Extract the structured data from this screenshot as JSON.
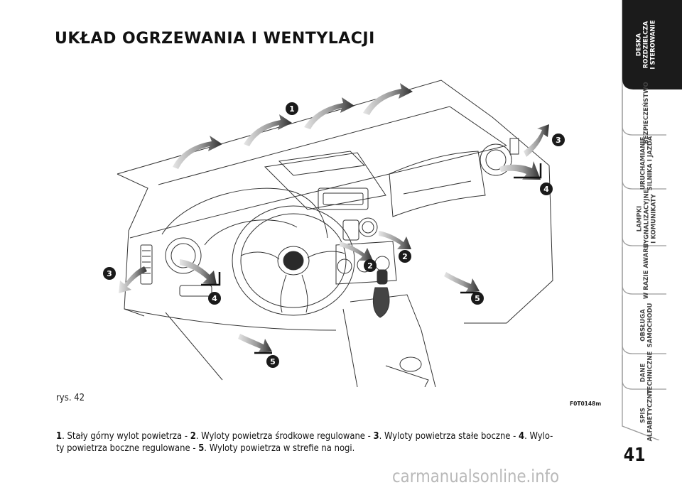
{
  "title": "UKŁAD OGRZEWANIA I WENTYLACJI",
  "figure": {
    "ref": "rys. 42",
    "code": "F0T0148m",
    "callouts": [
      "1",
      "2",
      "2",
      "3",
      "3",
      "4",
      "4",
      "5",
      "5"
    ]
  },
  "caption": {
    "n1": "1",
    "t1": ". Stały górny wylot powietrza - ",
    "n2": "2",
    "t2": ". Wyloty powietrza środkowe regulowane - ",
    "n3": "3",
    "t3": ". Wyloty powietrza stałe boczne - ",
    "n4": "4",
    "t4": ". Wylo-",
    "t5": "ty powietrza boczne regulowane - ",
    "n5": "5",
    "t6": ". Wyloty powietrza w strefie na nogi."
  },
  "page_number": "41",
  "watermark": "carmanualsonline.info",
  "side_tabs": [
    {
      "label": "DESKA\nROZDZIELCZA\nI STEROWANIE",
      "active": true
    },
    {
      "label": "BEZPIECZEŃSTWO",
      "active": false
    },
    {
      "label": "URUCHAMIANIE\nSILNIKA I JAZDA",
      "active": false
    },
    {
      "label": "LAMPKI\nSYGNALIZACYJNE\nI KOMUNIKATY",
      "active": false
    },
    {
      "label": "W RAZIE AWARII",
      "active": false
    },
    {
      "label": "OBSŁUGA\nSAMOCHODU",
      "active": false
    },
    {
      "label": "DANE\nTECHNICZNE",
      "active": false
    },
    {
      "label": "SPIS\nALFABETYCZNY",
      "active": false
    }
  ],
  "colors": {
    "active_tab": "#1b1b1b",
    "tab_outline": "#9a9a9a",
    "callout": "#1a1a1a"
  }
}
